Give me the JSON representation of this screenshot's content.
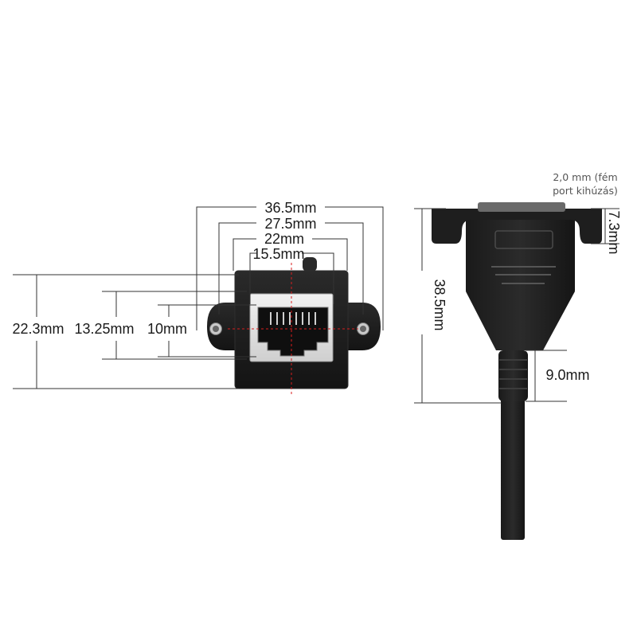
{
  "front_view": {
    "width_outer": "36.5mm",
    "width_holes": "27.5mm",
    "width_body": "22mm",
    "width_port": "15.5mm",
    "height_total": "22.3mm",
    "height_insert": "13.25mm",
    "height_port": "10mm"
  },
  "side_view": {
    "note_line1": "2,0 mm (fém",
    "note_line2": "port kihúzás)",
    "flange_thickness": "7.3mm",
    "total_height": "38.5mm",
    "strain_relief": "9.0mm"
  },
  "colors": {
    "housing": "#1c1c1c",
    "housing_edge": "#2e2e2e",
    "shield": "#e4e4e4",
    "center_mark": "#d81e1e"
  },
  "icons": {
    "jack": "rj45-jack-icon",
    "cable": "cable-icon"
  }
}
